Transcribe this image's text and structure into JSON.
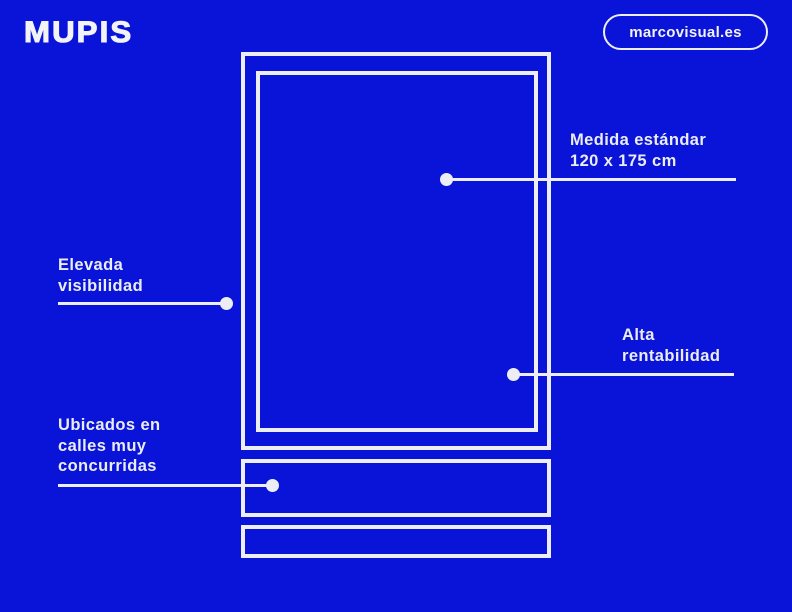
{
  "page": {
    "title": "MUPIS",
    "badge_label": "marcovisual.es",
    "colors": {
      "background": "#0A13D8",
      "foreground": "#ECEEF4"
    }
  },
  "callouts": {
    "medida": {
      "line1": "Medida estándar",
      "line2": "120 x 175 cm"
    },
    "elevada": {
      "line1": "Elevada",
      "line2": "visibilidad"
    },
    "alta": {
      "line1": "Alta",
      "line2": "rentabilidad"
    },
    "ubicados": {
      "line1": "Ubicados en",
      "line2": "calles muy",
      "line3": "concurridas"
    }
  }
}
